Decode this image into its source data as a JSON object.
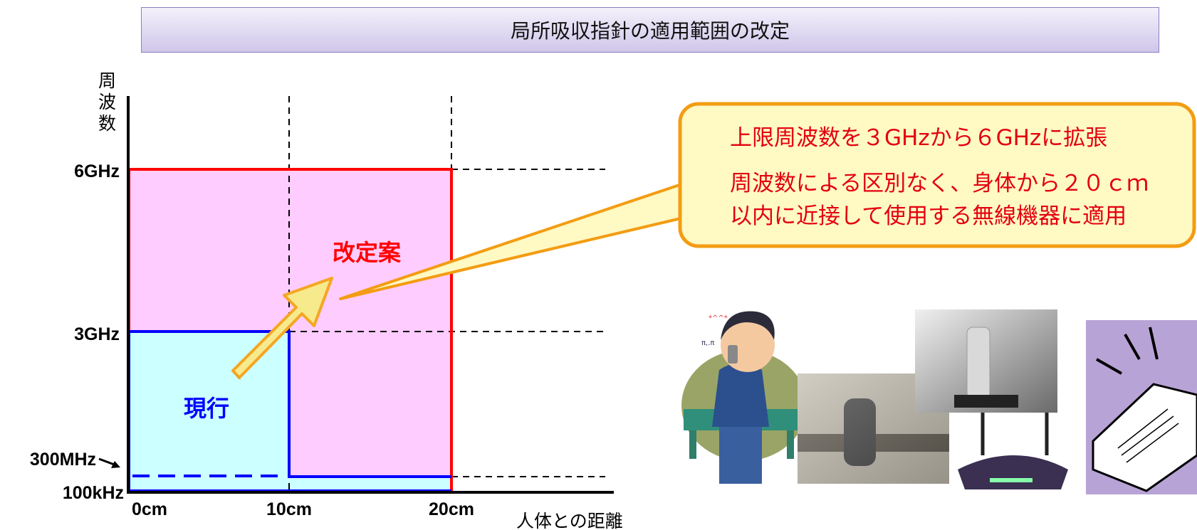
{
  "title": "局所吸収指針の適用範囲の改定",
  "axes": {
    "y_title_chars": [
      "周",
      "波",
      "数"
    ],
    "x_title": "人体との距離",
    "y_ticks": [
      "6GHz",
      "3GHz",
      "300MHz",
      "100kHz"
    ],
    "x_ticks": [
      "0cm",
      "10cm",
      "20cm"
    ]
  },
  "regions": {
    "current_label": "現行",
    "proposed_label": "改定案"
  },
  "callout": {
    "line1": "上限周波数を３GHzから６GHzに拡張",
    "line2": "周波数による区別なく、身体から２０ｃｍ",
    "line3": "以内に近接して使用する無線機器に適用"
  },
  "colors": {
    "current_fill": "#ccffff",
    "current_border": "#0000ff",
    "proposed_fill": "#ffccff",
    "proposed_border": "#ff0000",
    "callout_fill": "#fff9c4",
    "callout_border": "#f39c12",
    "arrow_fill": "#f7ea8c",
    "arrow_border": "#f5a623"
  }
}
